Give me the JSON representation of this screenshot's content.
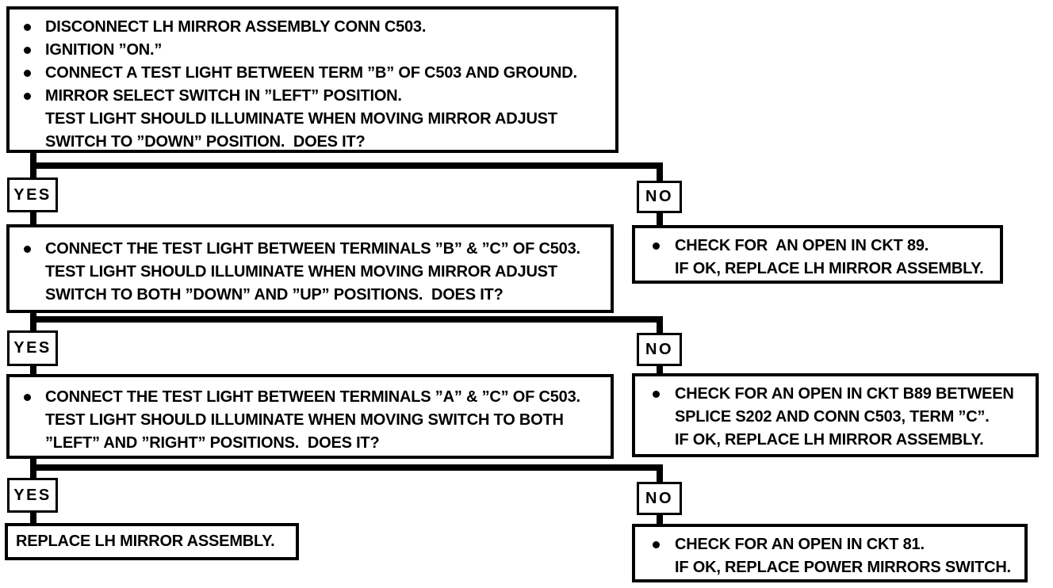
{
  "diagram": {
    "title_implicit": "LH power mirror diagnosis flowchart",
    "colors": {
      "background": "#ffffff",
      "line": "#000000",
      "text": "#000000"
    },
    "labels": {
      "yes": "YES",
      "no": "NO"
    },
    "step1": {
      "bullets": [
        "DISCONNECT LH MIRROR ASSEMBLY CONN C503.",
        "IGNITION ”ON.”",
        "CONNECT A TEST LIGHT BETWEEN TERM ”B” OF C503 AND GROUND.",
        "MIRROR SELECT SWITCH IN ”LEFT” POSITION.\nTEST LIGHT SHOULD ILLUMINATE WHEN MOVING MIRROR ADJUST\nSWITCH TO ”DOWN” POSITION.  DOES IT?"
      ]
    },
    "step1_no_result": {
      "text": "CHECK FOR  AN OPEN IN CKT 89.\nIF OK, REPLACE LH MIRROR ASSEMBLY."
    },
    "step2": {
      "text": "CONNECT THE TEST LIGHT BETWEEN TERMINALS ”B” & ”C” OF C503.\nTEST LIGHT SHOULD ILLUMINATE WHEN MOVING MIRROR ADJUST\nSWITCH TO BOTH ”DOWN” AND ”UP” POSITIONS.  DOES IT?"
    },
    "step2_no_result": {
      "text": "CHECK FOR AN OPEN IN CKT B89 BETWEEN\nSPLICE S202 AND CONN C503, TERM ”C”.\nIF OK, REPLACE LH MIRROR ASSEMBLY."
    },
    "step3": {
      "text": "CONNECT THE TEST LIGHT BETWEEN TERMINALS ”A” & ”C” OF C503.\nTEST LIGHT SHOULD ILLUMINATE WHEN MOVING SWITCH TO BOTH\n”LEFT” AND ”RIGHT” POSITIONS.  DOES IT?"
    },
    "step3_no_result": {
      "text": "CHECK FOR AN OPEN IN CKT 81.\nIF OK, REPLACE POWER MIRRORS SWITCH."
    },
    "step3_yes_result": {
      "text": "REPLACE LH MIRROR ASSEMBLY."
    }
  }
}
